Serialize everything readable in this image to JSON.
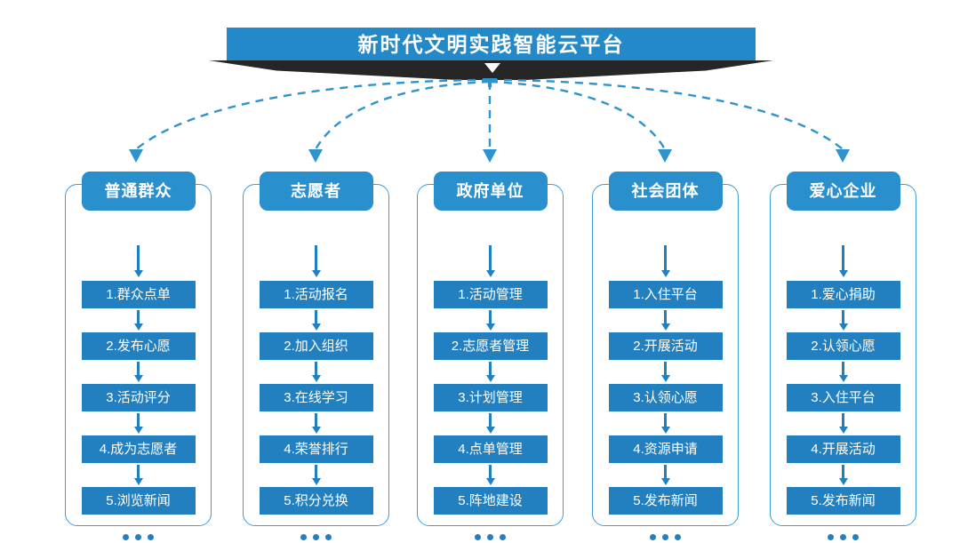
{
  "header": {
    "title": "新时代文明实践智能云平台",
    "banner_color": "#2389c8",
    "ribbon_color": "#262626",
    "chevron_icon": "chevron-down-icon"
  },
  "theme": {
    "accent": "#2280c0",
    "head_accent": "#2a8fcd",
    "card_border": "#3f9fd4",
    "connector": "#2f93cd",
    "text_on_accent": "#ffffff",
    "background": "#ffffff"
  },
  "connectors": {
    "style": "dashed",
    "hub_label": "platform-hub",
    "arrow_icon": "arrow-down-icon",
    "count": 5
  },
  "columns": [
    {
      "id": "general-public",
      "title": "普通群众",
      "steps": [
        "1.群众点单",
        "2.发布心愿",
        "3.活动评分",
        "4.成为志愿者",
        "5.浏览新闻"
      ],
      "more": "•••"
    },
    {
      "id": "volunteer",
      "title": "志愿者",
      "steps": [
        "1.活动报名",
        "2.加入组织",
        "3.在线学习",
        "4.荣誉排行",
        "5.积分兑换"
      ],
      "more": "•••"
    },
    {
      "id": "government-unit",
      "title": "政府单位",
      "steps": [
        "1.活动管理",
        "2.志愿者管理",
        "3.计划管理",
        "4.点单管理",
        "5.阵地建设"
      ],
      "more": "•••"
    },
    {
      "id": "social-group",
      "title": "社会团体",
      "steps": [
        "1.入住平台",
        "2.开展活动",
        "3.认领心愿",
        "4.资源申请",
        "5.发布新闻"
      ],
      "more": "•••"
    },
    {
      "id": "caring-enterprise",
      "title": "爱心企业",
      "steps": [
        "1.爱心捐助",
        "2.认领心愿",
        "3.入住平台",
        "4.开展活动",
        "5.发布新闻"
      ],
      "more": "•••"
    }
  ]
}
